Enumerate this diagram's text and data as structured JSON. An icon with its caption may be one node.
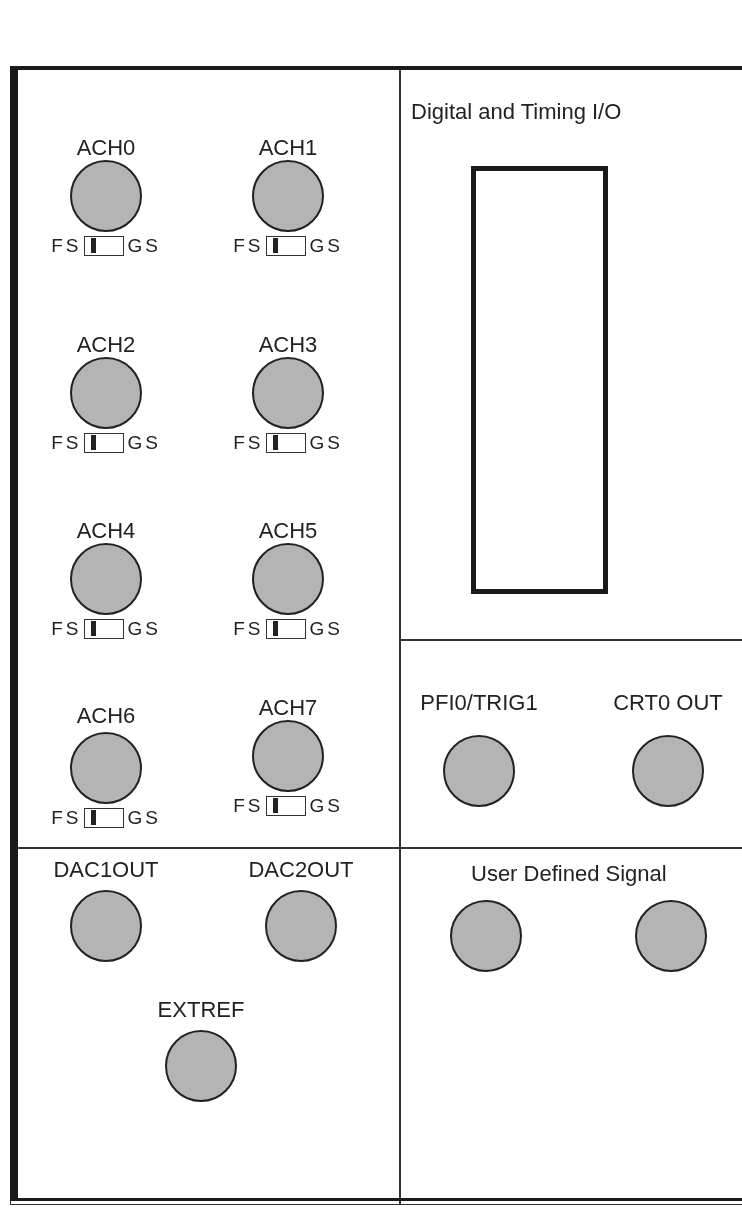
{
  "diagram": {
    "nodes": [
      {
        "text": [],
        "shape": "box"
      },
      {
        "text": [
          "ACH0"
        ],
        "in": 0,
        "beside": [
          "FS",
          "GS"
        ]
      },
      {
        "text": [
          "ACH1"
        ],
        "in": 0,
        "beside": [
          "FS",
          "GS"
        ]
      },
      {
        "text": [
          "ACH2"
        ],
        "in": 0,
        "beside": [
          "FS",
          "GS"
        ]
      },
      {
        "text": [
          "ACH3"
        ],
        "in": 0,
        "beside": [
          "FS",
          "GS"
        ]
      },
      {
        "text": [
          "ACH4"
        ],
        "in": 0,
        "beside": [
          "FS",
          "GS"
        ]
      },
      {
        "text": [
          "ACH5"
        ],
        "in": 0,
        "beside": [
          "FS",
          "GS"
        ]
      },
      {
        "text": [
          "ACH6"
        ],
        "in": 0,
        "beside": [
          "FS",
          "GS"
        ]
      },
      {
        "text": [
          "ACH7"
        ],
        "in": 0,
        "beside": [
          "FS",
          "GS"
        ]
      },
      {
        "text": [],
        "shape": "box"
      },
      {
        "text": [
          "DAC1OUT"
        ],
        "in": 9
      },
      {
        "text": [
          "DAC2OUT"
        ],
        "in": 9
      },
      {
        "text": [
          "EXTREF"
        ],
        "in": 9
      },
      {
        "text": [
          "Digital and Timing I/O"
        ]
      },
      {
        "text": [],
        "shape": "box",
        "in": 13
      },
      {
        "text": [],
        "shape": "box"
      },
      {
        "text": [
          "PFI0/TRIG1"
        ],
        "in": 15
      },
      {
        "text": [
          "CRT0 OUT"
        ],
        "in": 15
      },
      {
        "text": [
          "User Defined Signal"
        ]
      },
      {
        "text": [],
        "shape": "circle",
        "in": 18
      },
      {
        "text": [],
        "shape": "circle",
        "in": 18
      }
    ]
  }
}
